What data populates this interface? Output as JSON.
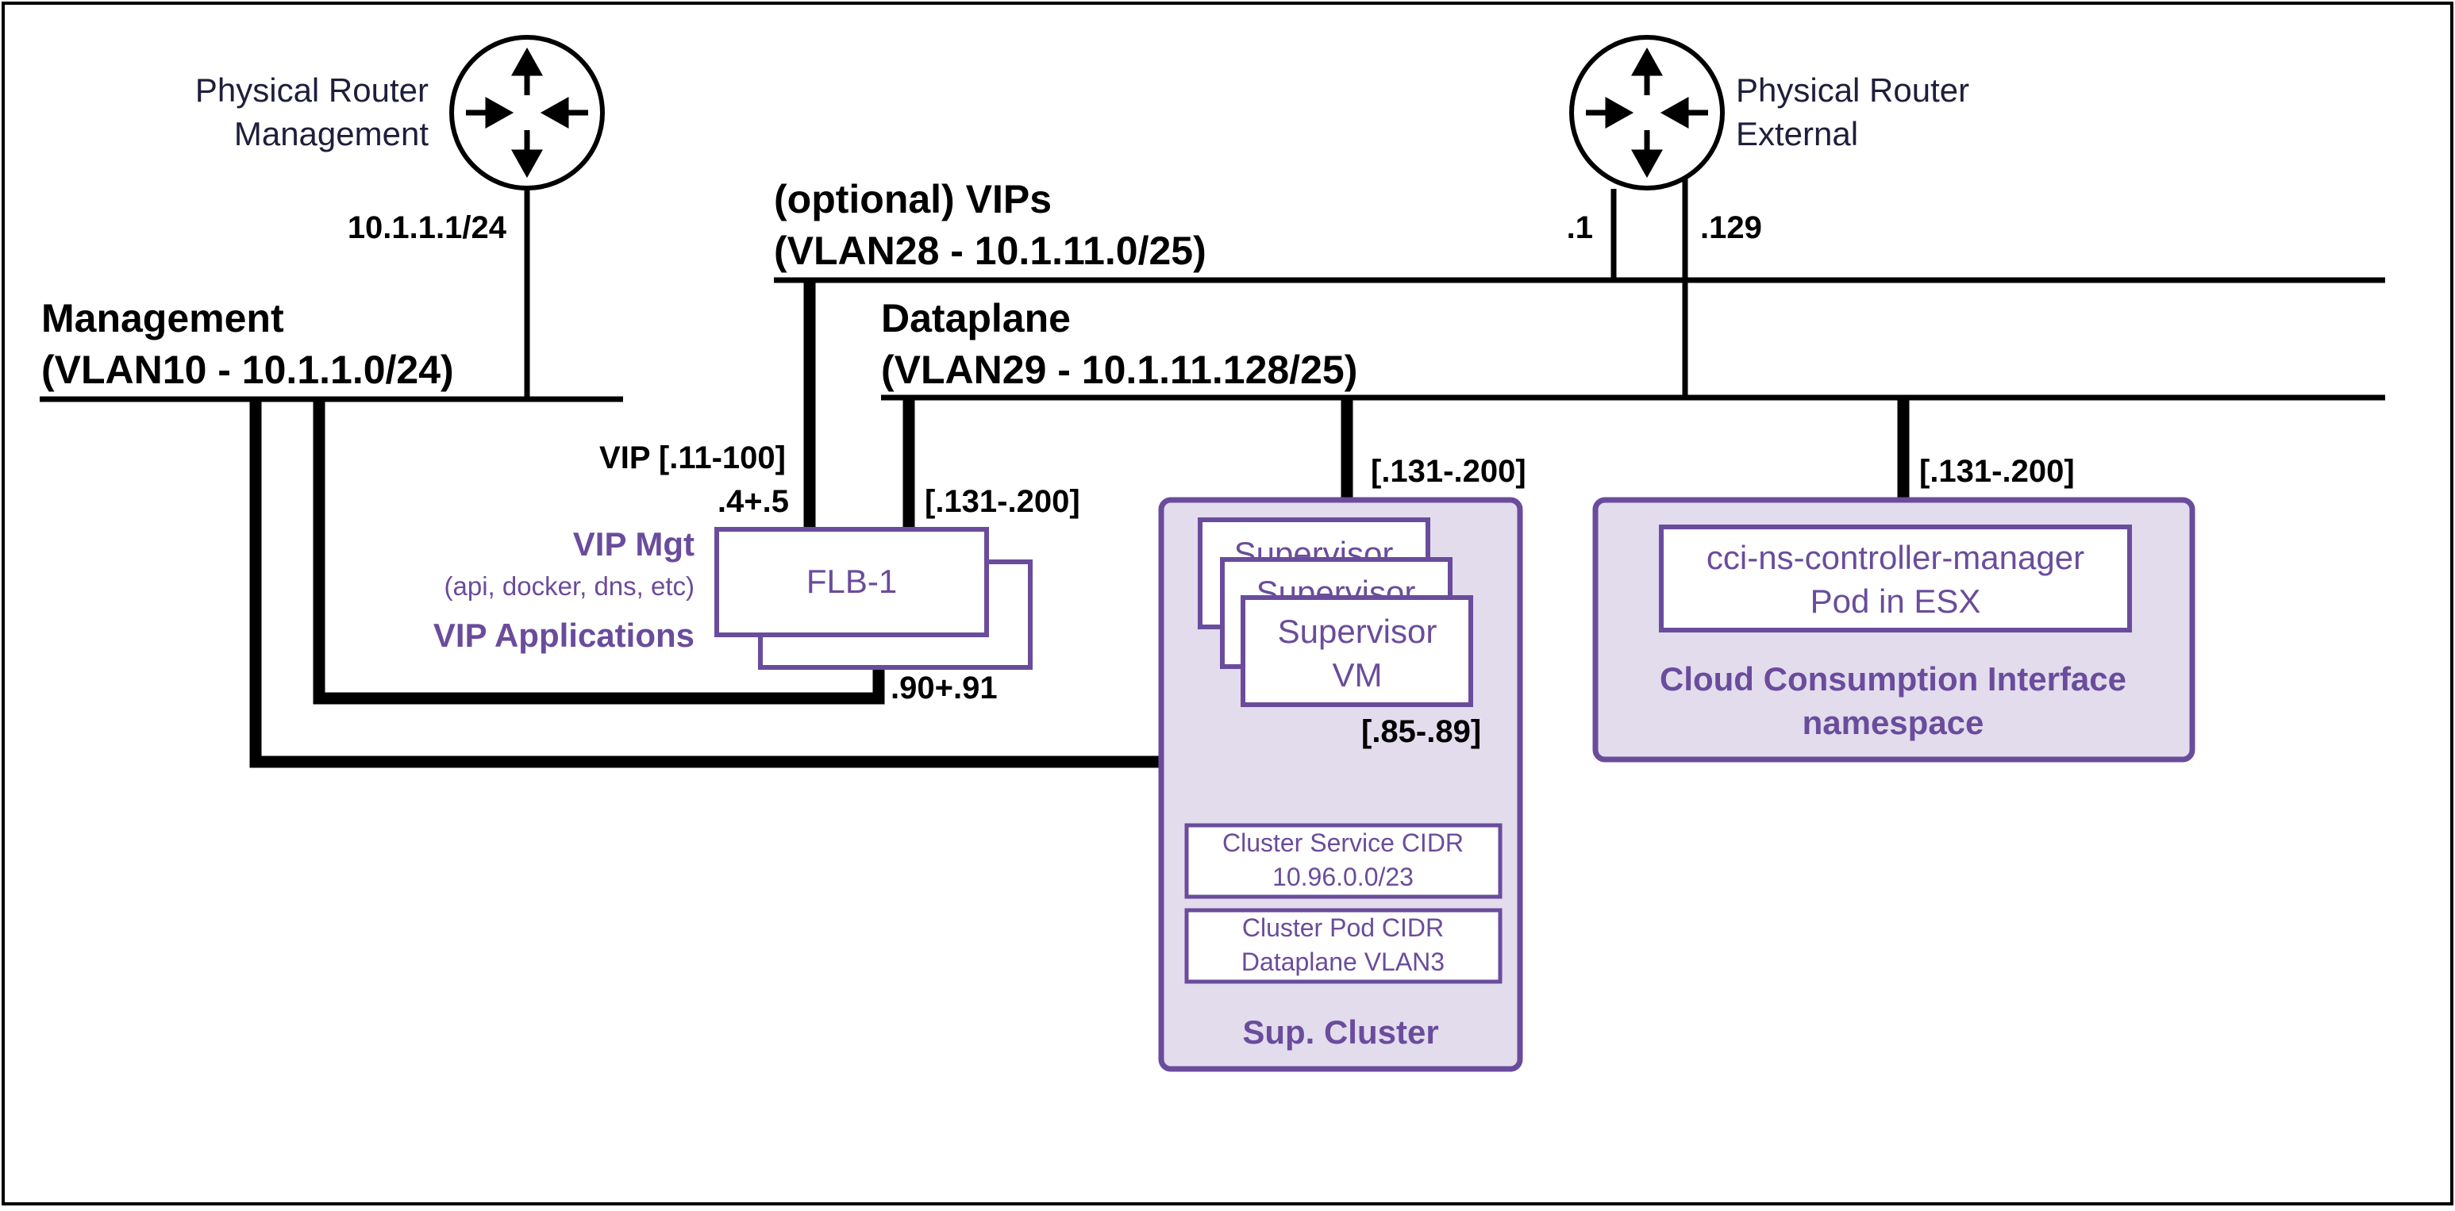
{
  "routers": {
    "management": {
      "label_line1": "Physical Router",
      "label_line2": "Management",
      "uplink_ip": "10.1.1.1/24"
    },
    "external": {
      "label_line1": "Physical Router",
      "label_line2": "External",
      "left_ip": ".1",
      "right_ip": ".129"
    }
  },
  "networks": {
    "management": {
      "line1": "Management",
      "line2": "(VLAN10 - 10.1.1.0/24)"
    },
    "vips": {
      "line1": "(optional) VIPs",
      "line2": "(VLAN28 - 10.1.11.0/25)"
    },
    "dataplane": {
      "line1": "Dataplane",
      "line2": "(VLAN29 - 10.1.11.128/25)"
    }
  },
  "flb": {
    "name": "FLB-1",
    "vip_range": "VIP [.11-100]",
    "mgmt_ips": ".4+.5",
    "dataplane_range": "[.131-.200]",
    "bottom_ips": ".90+.91",
    "vip_mgt_title": "VIP Mgt",
    "vip_mgt_sub": "(api, docker, dns, etc)",
    "vip_apps": "VIP Applications"
  },
  "supervisor": {
    "vm_label": "Supervisor",
    "vm_label_front_line1": "Supervisor",
    "vm_label_front_line2": "VM",
    "dataplane_range": "[.131-.200]",
    "mgmt_range": "[.85-.89]",
    "service_cidr_line1": "Cluster Service CIDR",
    "service_cidr_line2": "10.96.0.0/23",
    "pod_cidr_line1": "Cluster Pod CIDR",
    "pod_cidr_line2": "Dataplane VLAN3",
    "cluster_title": "Sup. Cluster"
  },
  "cci": {
    "dataplane_range": "[.131-.200]",
    "pod_line1": "cci-ns-controller-manager",
    "pod_line2": "Pod in ESX",
    "title_line1": "Cloud Consumption Interface",
    "title_line2": "namespace"
  },
  "colors": {
    "purple_stroke": "#6a4c9c",
    "purple_fill": "#e2dced",
    "line": "#000000"
  }
}
